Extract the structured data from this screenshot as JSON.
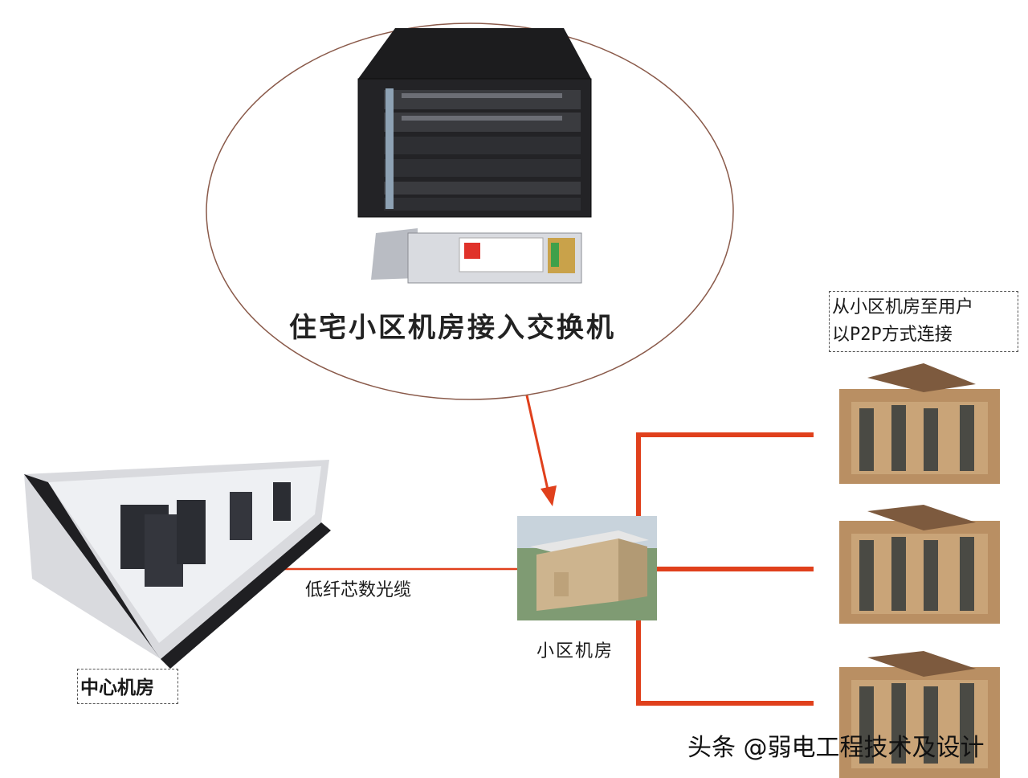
{
  "diagram": {
    "switch_label": "住宅小区机房接入交换机",
    "fiber_label": "低纤芯数光缆",
    "community_room_label": "小区机房",
    "center_room_label": "中心机房",
    "p2p_label": {
      "line1": "从小区机房至用户",
      "line2": "以P2P方式连接"
    },
    "watermark": "头条 @弱电工程技术及设计",
    "colors": {
      "link": "#e0401c",
      "oval": "#8a5a4a",
      "dash": "#555555"
    }
  }
}
